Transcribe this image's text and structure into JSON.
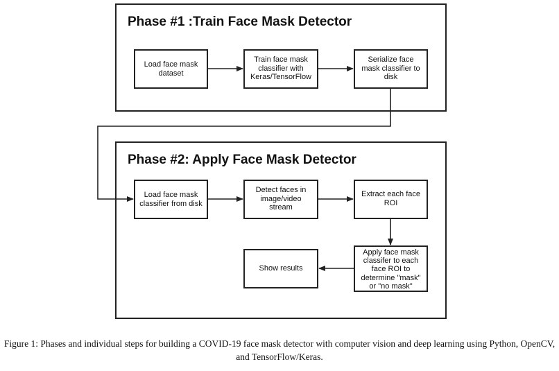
{
  "phase1": {
    "title": "Phase #1 :Train Face Mask Detector",
    "steps": [
      "Load face mask\ndataset",
      "Train face mask\nclassifier with\nKeras/TensorFlow",
      "Serialize face\nmask classifier to\ndisk"
    ]
  },
  "phase2": {
    "title": "Phase #2: Apply Face Mask Detector",
    "steps": [
      "Load face mask\nclassifier from disk",
      "Detect faces in\nimage/video\nstream",
      "Extract each face\nROI",
      "Apply face mask\nclassifer to each\nface ROI to\ndetermine \"mask\"\nor \"no mask\"",
      "Show results"
    ]
  },
  "caption": "Figure 1: Phases and individual steps for building a COVID-19 face mask detector with computer vision and deep learning using Python, OpenCV, and TensorFlow/Keras.",
  "colors": {
    "stroke": "#222222",
    "text": "#111111",
    "background": "#ffffff"
  }
}
